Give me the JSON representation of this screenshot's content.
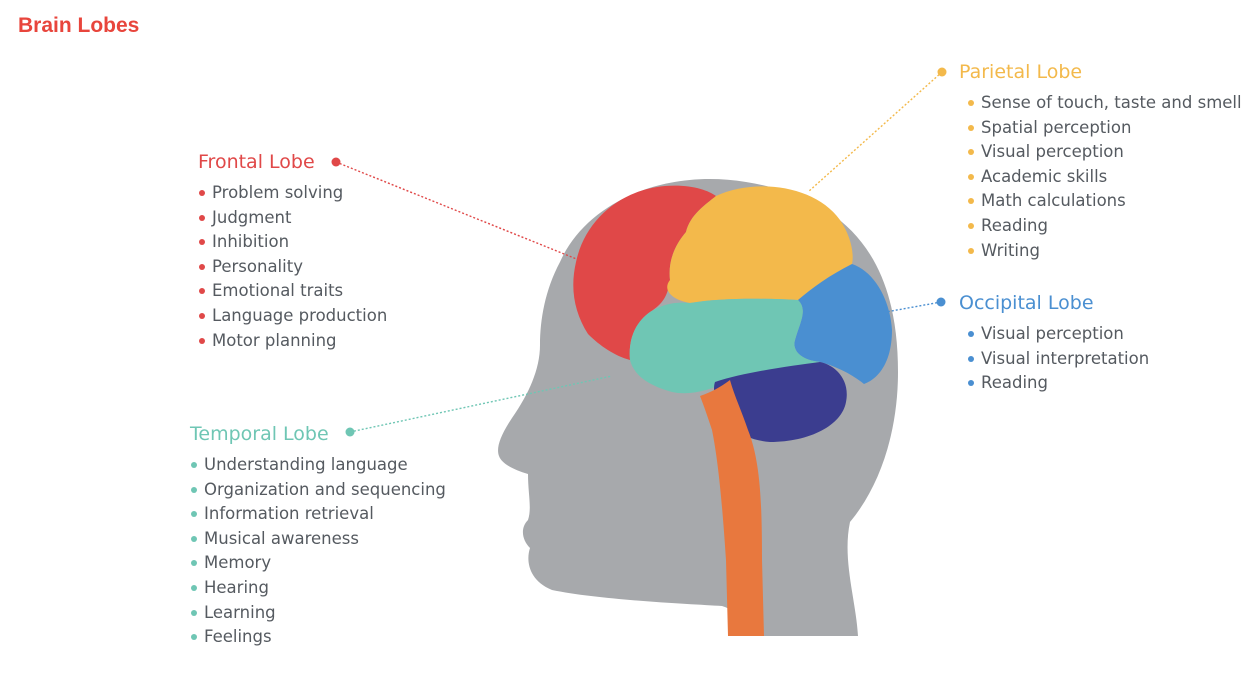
{
  "title": "Brain Lobes",
  "colors": {
    "title": "#e8453c",
    "frontal": "#e04848",
    "parietal": "#f3b94b",
    "occipital": "#4a8fd1",
    "temporal": "#6fc6b4",
    "cerebellum": "#3b3d8f",
    "brainstem": "#e8783e",
    "head": "#a7a9ac"
  },
  "lobes": {
    "frontal": {
      "name": "Frontal Lobe",
      "functions": [
        "Problem solving",
        "Judgment",
        "Inhibition",
        "Personality",
        "Emotional traits",
        "Language production",
        "Motor planning"
      ]
    },
    "parietal": {
      "name": "Parietal Lobe",
      "functions": [
        "Sense of touch, taste and smell",
        "Spatial perception",
        "Visual perception",
        "Academic skills",
        "Math calculations",
        "Reading",
        "Writing"
      ]
    },
    "occipital": {
      "name": "Occipital Lobe",
      "functions": [
        "Visual perception",
        "Visual interpretation",
        "Reading"
      ]
    },
    "temporal": {
      "name": "Temporal Lobe",
      "functions": [
        "Understanding language",
        "Organization and sequencing",
        "Information retrieval",
        "Musical awareness",
        "Memory",
        "Hearing",
        "Learning",
        "Feelings"
      ]
    }
  }
}
